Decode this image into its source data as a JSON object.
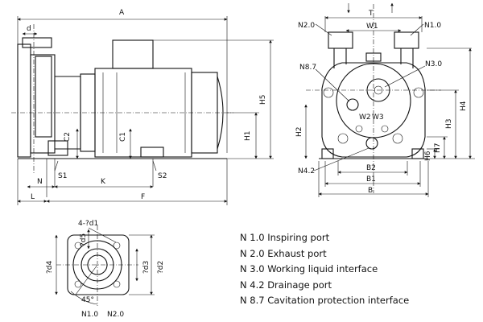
{
  "dimension_labels": {
    "A": "A",
    "d": "d",
    "C2": "C2",
    "C1": "C1",
    "H1": "H1",
    "H5": "H5",
    "N": "N",
    "S1": "S1",
    "S2": "S2",
    "K": "K",
    "L": "L",
    "F": "F",
    "T": "T",
    "W1": "W1",
    "W2": "W2",
    "W3": "W3",
    "H2": "H2",
    "H3": "H3",
    "H4": "H4",
    "H6": "H6",
    "H7": "H7",
    "B": "B",
    "B1": "B1",
    "B2": "B2",
    "port_N2_0": "N2.0",
    "port_N1_0": "N1.0",
    "port_N8_7": "N8.7",
    "port_N3_0": "N3.0",
    "port_N4_2": "N4.2",
    "holes": "4-?d1",
    "od5": "?d5",
    "od4": "?d4",
    "od3": "?d3",
    "od2": "?d2",
    "angle": "45°",
    "flange_N1_0": "N1.0",
    "flange_N2_0": "N2.0"
  },
  "legend": [
    "N 1.0 Inspiring port",
    "N 2.0 Exhaust port",
    "N 3.0 Working liquid interface",
    "N 4.2 Drainage port",
    "N 8.7 Cavitation protection interface"
  ]
}
